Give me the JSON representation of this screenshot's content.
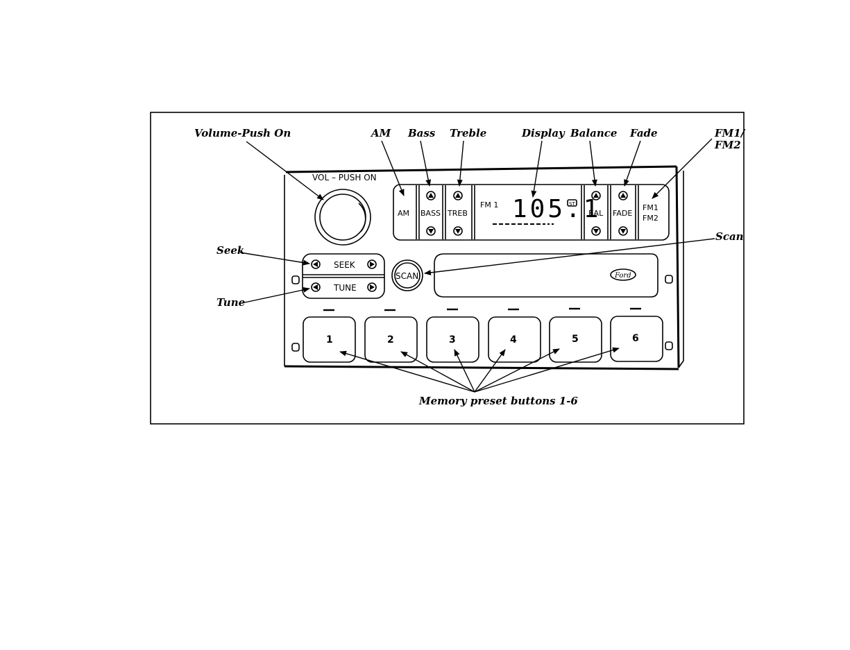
{
  "callouts": {
    "volume": "Volume-Push On",
    "am": "AM",
    "bass": "Bass",
    "treble": "Treble",
    "display": "Display",
    "balance": "Balance",
    "fade": "Fade",
    "fm_line1": "FM1/",
    "fm_line2": "FM2",
    "seek": "Seek",
    "scan": "Scan",
    "tune": "Tune",
    "presets": "Memory preset buttons 1-6"
  },
  "radio": {
    "vol_label": "VOL – PUSH ON",
    "am_label": "AM",
    "bass_label": "BASS",
    "treb_label": "TREB",
    "band_label": "FM 1",
    "frequency": "105.1",
    "stereo_badge": "ST",
    "bal_label": "BAL",
    "fade_label": "FADE",
    "fm1_label": "FM1",
    "fm2_label": "FM2",
    "seek_label": "SEEK",
    "tune_label": "TUNE",
    "scan_label": "SCAN",
    "brand": "Ford",
    "presets": [
      "1",
      "2",
      "3",
      "4",
      "5",
      "6"
    ]
  }
}
